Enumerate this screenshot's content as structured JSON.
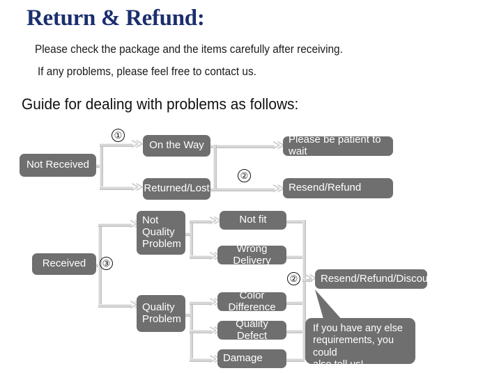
{
  "header": {
    "title": "Return & Refund:",
    "line1": "Please check the package and the items carefully after receiving.",
    "line2": "If any problems, please feel free to contact us.",
    "guide": "Guide for dealing with problems as follows:"
  },
  "flow": {
    "nodes": {
      "not_received": "Not Received",
      "on_the_way": "On the Way",
      "returned_lost": "Returned/Lost",
      "please_wait": "Please be patient to wait",
      "resend_refund": "Resend/Refund",
      "received": "Received",
      "not_quality_problem": "Not\nQuality\nProblem",
      "quality_problem": "Quality\nProblem",
      "not_fit": "Not fit",
      "wrong_delivery": "Wrong Delivery",
      "color_difference": "Color Difference",
      "quality_defect": "Quality Defect",
      "damage": "Damage",
      "resend_refund_discount": "Resend/Refund/Discount"
    },
    "steps": {
      "one": "①",
      "two_top": "②",
      "three": "③",
      "two_bottom": "②"
    },
    "bubble": "If you have any else\nrequirements, you could\nalso tell us!",
    "arrow_glyph": "≫",
    "colors": {
      "node_fill": "#6f6f6f",
      "node_text": "#ffffff",
      "connector": "#d6d6d6",
      "title": "#1b2f6e",
      "background": "#ffffff"
    }
  }
}
